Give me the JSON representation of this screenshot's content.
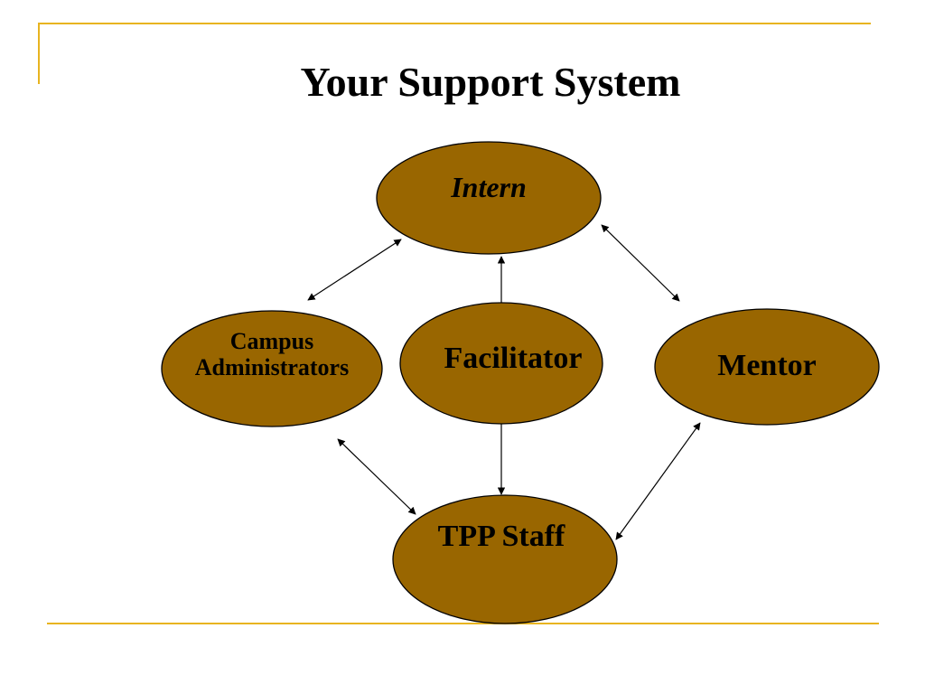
{
  "slide": {
    "title": "Your Support System",
    "accent_color": "#E8B420",
    "node_fill_color": "#996600"
  },
  "nodes": {
    "intern": {
      "label": "Intern"
    },
    "facilitator": {
      "label": "Facilitator"
    },
    "campus": {
      "label_line1": "Campus",
      "label_line2": "Administrators"
    },
    "mentor": {
      "label": "Mentor"
    },
    "tpp_staff": {
      "label": "TPP Staff"
    }
  },
  "connections": [
    {
      "from": "Intern",
      "to": "Campus Administrators",
      "type": "bidirectional"
    },
    {
      "from": "Intern",
      "to": "Mentor",
      "type": "bidirectional"
    },
    {
      "from": "Facilitator",
      "to": "Intern",
      "type": "directed"
    },
    {
      "from": "Facilitator",
      "to": "TPP Staff",
      "type": "directed"
    },
    {
      "from": "Campus Administrators",
      "to": "TPP Staff",
      "type": "bidirectional"
    },
    {
      "from": "Mentor",
      "to": "TPP Staff",
      "type": "bidirectional"
    }
  ]
}
